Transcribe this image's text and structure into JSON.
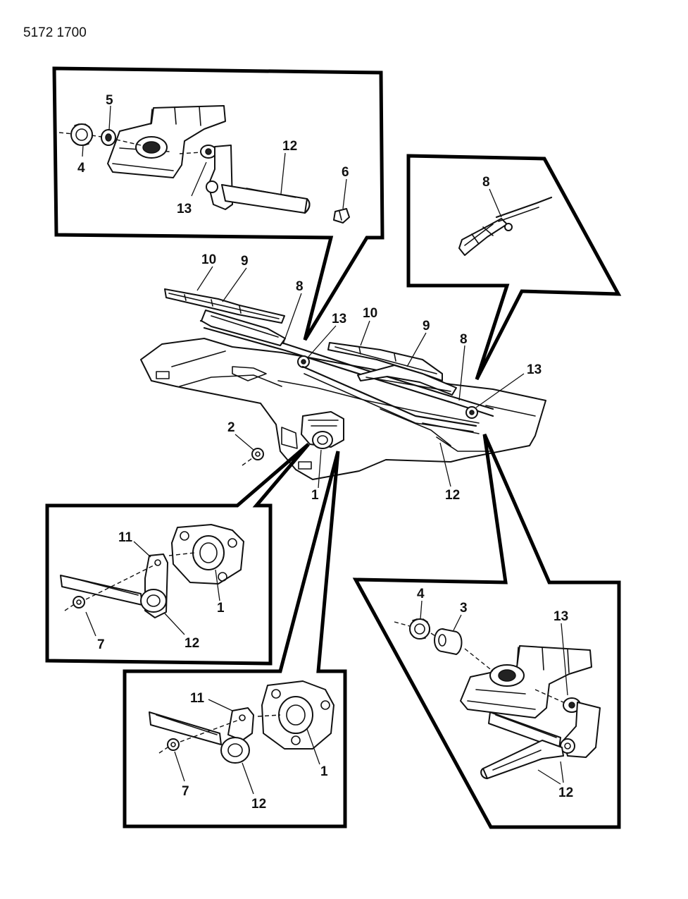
{
  "document_code": "5172 1700",
  "callouts": {
    "top_left": {
      "c5": "5",
      "c4": "4",
      "c13": "13",
      "c12": "12",
      "c6": "6"
    },
    "top_right": {
      "c8": "8"
    },
    "main": {
      "c10a": "10",
      "c9a": "9",
      "c8a": "8",
      "c13a": "13",
      "c10b": "10",
      "c9b": "9",
      "c8b": "8",
      "c13b": "13",
      "c2": "2",
      "c1": "1",
      "c12": "12"
    },
    "mid_left": {
      "c11": "11",
      "c1": "1",
      "c7": "7",
      "c12": "12"
    },
    "bottom_center": {
      "c11": "11",
      "c1": "1",
      "c7": "7",
      "c12": "12"
    },
    "bottom_right": {
      "c4": "4",
      "c3": "3",
      "c13": "13",
      "c12": "12"
    }
  }
}
